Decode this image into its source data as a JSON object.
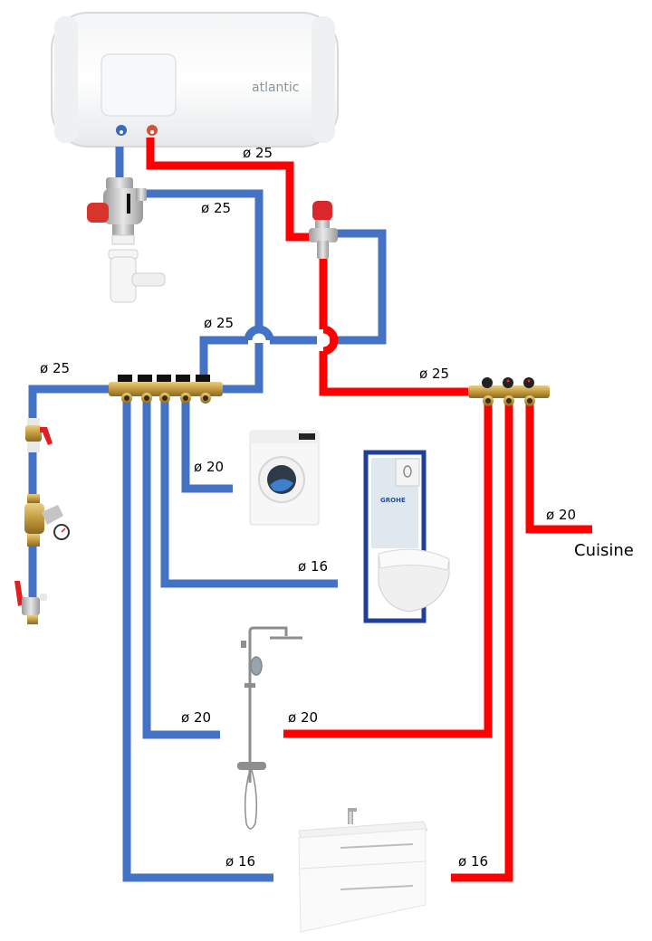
{
  "colors": {
    "cold_pipe": "#4472C4",
    "hot_pipe": "#FF0000",
    "brass": "#C8A24A",
    "chrome": "#C9C9C9",
    "valve_red": "#E02020",
    "background": "#FFFFFF"
  },
  "water_heater": {
    "brand": "atlantic",
    "cold_outlet_icon": "blue-connector-icon",
    "hot_outlet_icon": "red-connector-icon"
  },
  "labels": {
    "hot_outlet": "ø 25",
    "safety_group_out": "ø 25",
    "cold_bridge": "ø 25",
    "main_supply": "ø 25",
    "hot_manifold_feed": "ø 25",
    "washing_machine": "ø 20",
    "toilet": "ø 16",
    "shower_cold": "ø 20",
    "shower_hot": "ø 20",
    "sink_cold": "ø 16",
    "sink_hot": "ø 16",
    "kitchen_hot": "ø 20",
    "kitchen_name": "Cuisine"
  },
  "components": {
    "safety_group": "safety-group-icon",
    "siphon": "siphon-icon",
    "thermostatic_mixer": "thermostatic-mixer-icon",
    "cold_manifold": {
      "name": "cold-manifold",
      "outlets": 5
    },
    "hot_manifold": {
      "name": "hot-manifold",
      "outlets": 3
    },
    "shutoff_valve": "ball-valve-icon",
    "pressure_reducer": "pressure-reducer-icon",
    "drain_valve": "drain-valve-icon",
    "washing_machine": "washing-machine-icon",
    "wc": "wall-hung-toilet-icon",
    "wc_brand": "GROHE",
    "shower": "shower-column-icon",
    "vanity": "vanity-sink-icon"
  }
}
